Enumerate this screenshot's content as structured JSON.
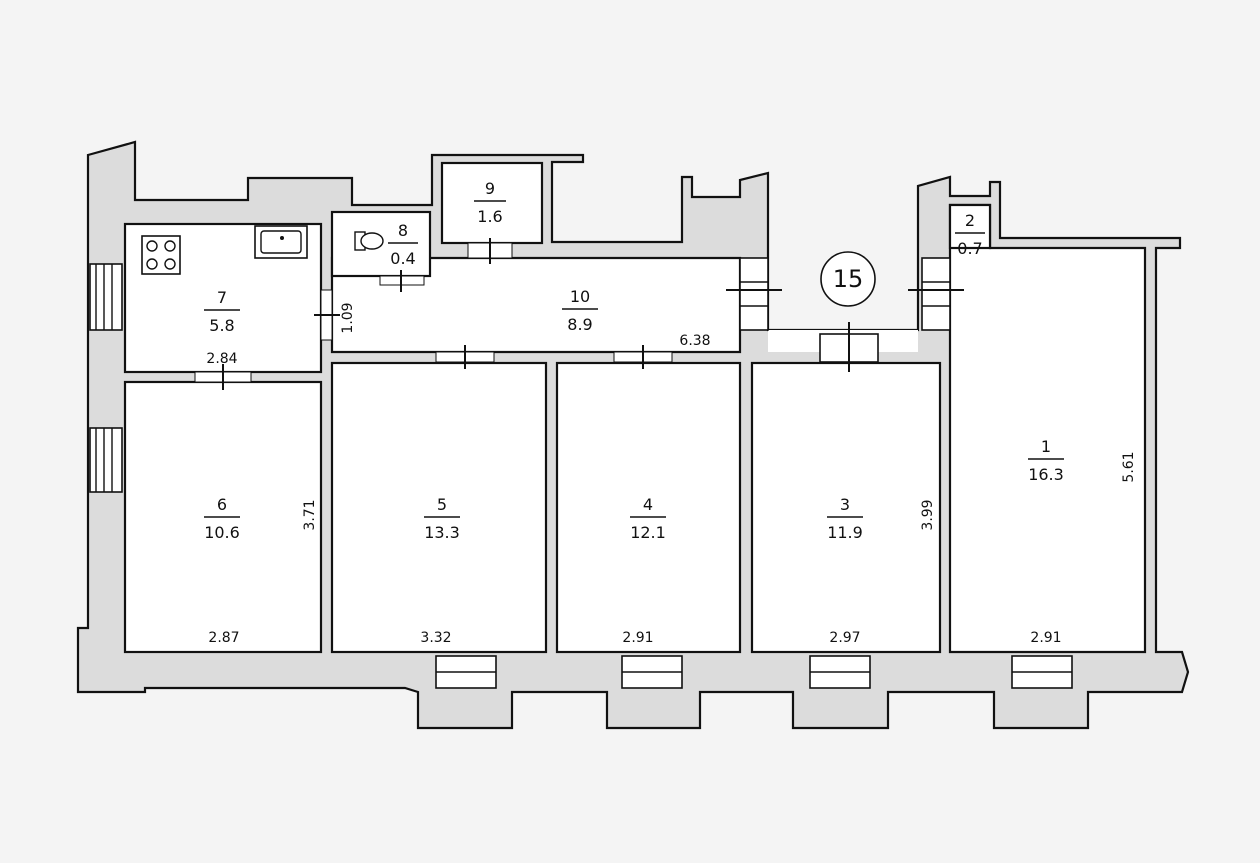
{
  "apartment": {
    "number": "15"
  },
  "rooms": [
    {
      "id": "1",
      "area": "16.3"
    },
    {
      "id": "2",
      "area": "0.7"
    },
    {
      "id": "3",
      "area": "11.9"
    },
    {
      "id": "4",
      "area": "12.1"
    },
    {
      "id": "5",
      "area": "13.3"
    },
    {
      "id": "6",
      "area": "10.6"
    },
    {
      "id": "7",
      "area": "5.8"
    },
    {
      "id": "8",
      "area": "0.4"
    },
    {
      "id": "9",
      "area": "1.6"
    },
    {
      "id": "10",
      "area": "8.9"
    }
  ],
  "dimensions": {
    "room1_width": "2.91",
    "room1_depth": "5.61",
    "room3_width": "2.97",
    "room3_depth": "3.99",
    "room4_width": "2.91",
    "room5_width": "3.32",
    "room6_width": "2.87",
    "room6_depth": "3.71",
    "room7_width": "2.84",
    "room10_length": "6.38",
    "room10_width": "1.09"
  }
}
